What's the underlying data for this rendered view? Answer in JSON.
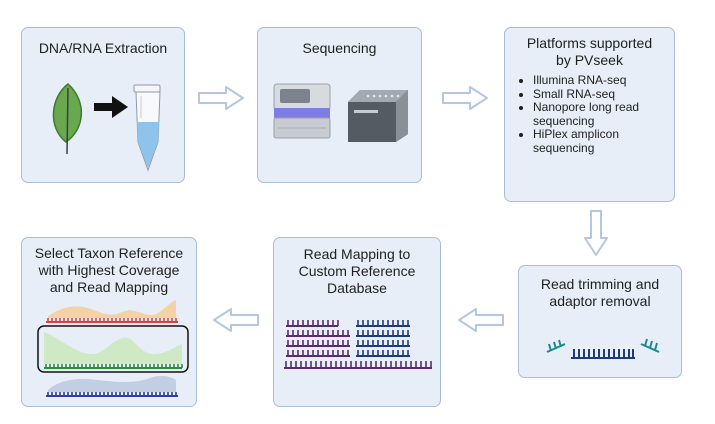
{
  "steps": {
    "extraction": {
      "title": "DNA/RNA Extraction"
    },
    "sequencing": {
      "title": "Sequencing"
    },
    "platforms": {
      "title_line1": "Platforms supported",
      "title_line2": "by PVseek",
      "items": [
        {
          "line1": "Illumina RNA-seq",
          "line2": ""
        },
        {
          "line1": "Small RNA-seq",
          "line2": ""
        },
        {
          "line1": "Nanopore long read",
          "line2": "sequencing"
        },
        {
          "line1": "HiPlex amplicon",
          "line2": "sequencing"
        }
      ]
    },
    "trimming": {
      "title_line1": "Read trimming and",
      "title_line2": "adaptor removal"
    },
    "mapping": {
      "title_line1": "Read Mapping to",
      "title_line2": "Custom Reference",
      "title_line3": "Database"
    },
    "selection": {
      "title_line1": "Select Taxon Reference",
      "title_line2": "with Highest Coverage",
      "title_line3": "and Read Mapping"
    }
  },
  "colors": {
    "box_fill": "#e7eef8",
    "box_border": "#a9bcd8",
    "flow_arrow": "#c9d8ee",
    "leaf": "#6aa84f",
    "reads_purple": "#5b2a6e",
    "reads_navy": "#1f3a7a",
    "adaptor_teal": "#1c8a8a",
    "coverage_orange": "#f3d3a6",
    "coverage_green": "#cfe9c4",
    "coverage_blue": "#c3cde4"
  }
}
